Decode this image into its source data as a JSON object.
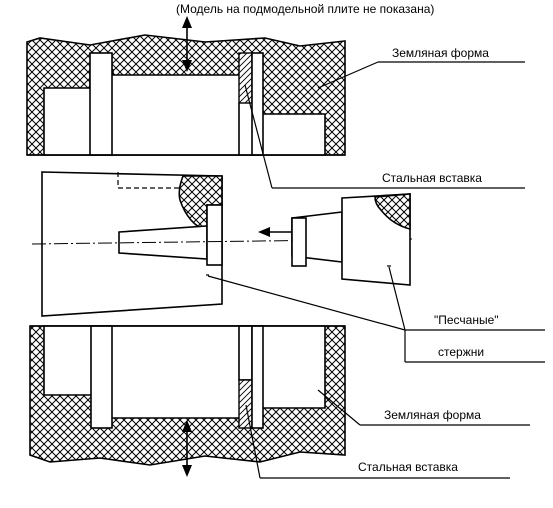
{
  "labels": {
    "note": "(Модель на подмодельной плите не показана)",
    "earth_mold_top": "Земляная форма",
    "steel_insert_top": "Стальная вставка",
    "sand_cores_1": "\"Песчаные\"",
    "sand_cores_2": "стержни",
    "earth_mold_bottom": "Земляная форма",
    "steel_insert_bottom": "Стальная вставка"
  }
}
